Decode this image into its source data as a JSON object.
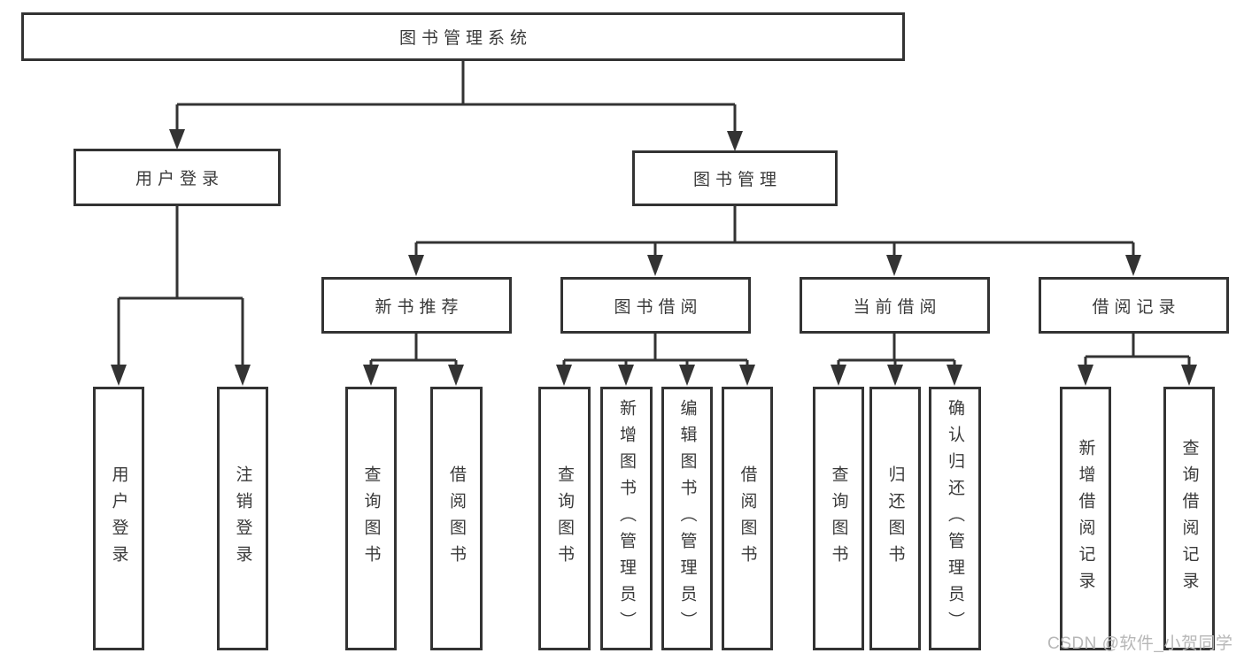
{
  "diagram": {
    "root": {
      "label": "图书管理系统"
    },
    "level1": [
      {
        "label": "用户登录"
      },
      {
        "label": "图书管理"
      }
    ],
    "level2": [
      {
        "label": "新书推荐",
        "parent": "图书管理"
      },
      {
        "label": "图书借阅",
        "parent": "图书管理"
      },
      {
        "label": "当前借阅",
        "parent": "图书管理"
      },
      {
        "label": "借阅记录",
        "parent": "图书管理"
      }
    ],
    "leaves": [
      {
        "label": "用户登录",
        "parent": "用户登录"
      },
      {
        "label": "注销登录",
        "parent": "用户登录"
      },
      {
        "label": "查询图书",
        "parent": "新书推荐"
      },
      {
        "label": "借阅图书",
        "parent": "新书推荐"
      },
      {
        "label": "查询图书",
        "parent": "图书借阅"
      },
      {
        "label": "新增图书（管理员）",
        "parent": "图书借阅"
      },
      {
        "label": "编辑图书（管理员）",
        "parent": "图书借阅"
      },
      {
        "label": "借阅图书",
        "parent": "图书借阅"
      },
      {
        "label": "查询图书",
        "parent": "当前借阅"
      },
      {
        "label": "归还图书",
        "parent": "当前借阅"
      },
      {
        "label": "确认归还（管理员）",
        "parent": "当前借阅"
      },
      {
        "label": "新增借阅记录",
        "parent": "借阅记录"
      },
      {
        "label": "查询借阅记录",
        "parent": "借阅记录"
      }
    ],
    "watermark": "CSDN @软件_小贺同学",
    "colors": {
      "line": "#333333",
      "text": "#3a3a3a",
      "watermark": "#b7b7b7",
      "background": "#ffffff"
    }
  }
}
